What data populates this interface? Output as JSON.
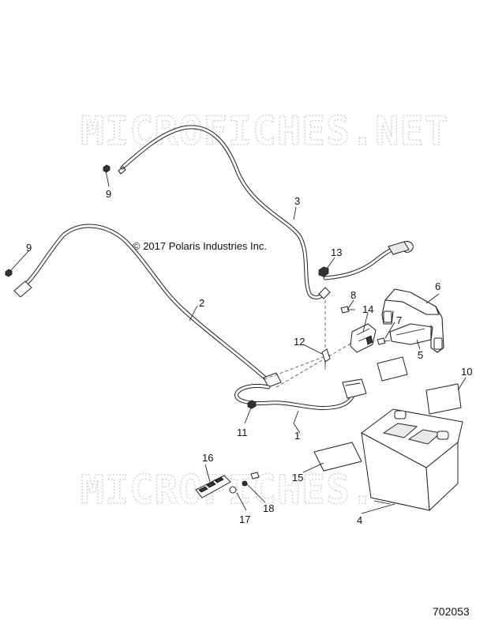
{
  "watermarks": [
    "MICROFICHES.NET",
    "MICROFICHES.NET"
  ],
  "copyright": "© 2017 Polaris Industries Inc.",
  "figure_id": "702053",
  "callouts": {
    "c1": "1",
    "c2": "2",
    "c3": "3",
    "c4": "4",
    "c5": "5",
    "c6": "6",
    "c7": "7",
    "c8": "8",
    "c9a": "9",
    "c9b": "9",
    "c10": "10",
    "c11": "11",
    "c12": "12",
    "c13": "13",
    "c14": "14",
    "c15": "15",
    "c16": "16",
    "c17": "17",
    "c18": "18"
  }
}
